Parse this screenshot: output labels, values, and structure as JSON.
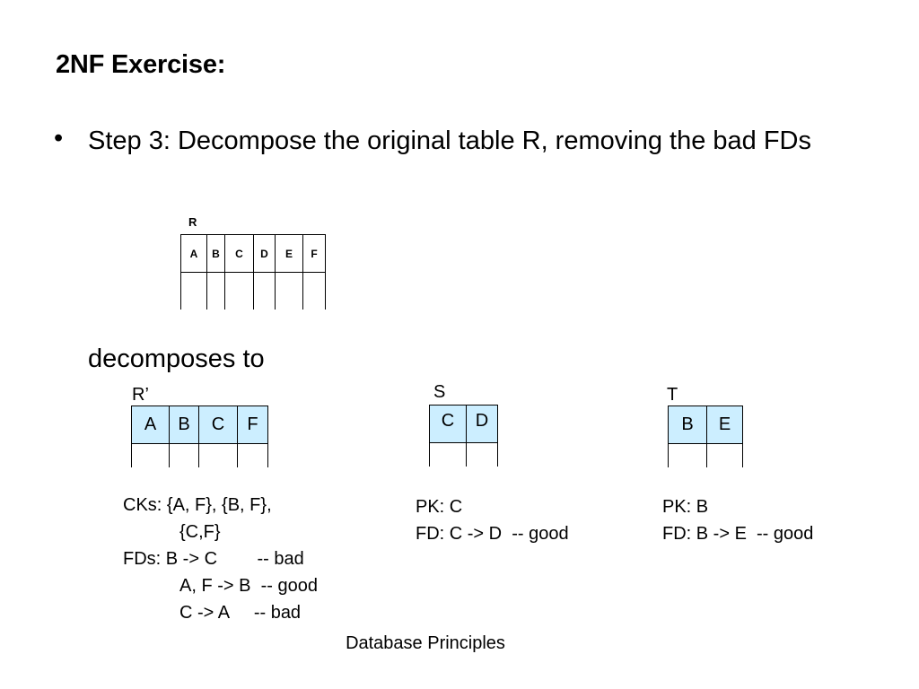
{
  "slide": {
    "title": "2NF Exercise:",
    "bullet_symbol": "•",
    "bullet_text": "Step 3: Decompose the original table R, removing the bad FDs",
    "decomposes_text": "decomposes to",
    "footer": "Database Principles"
  },
  "original_table": {
    "name": "R",
    "columns": [
      "A",
      "B",
      "C",
      "D",
      "E",
      "F"
    ]
  },
  "decomposed_tables": {
    "r_prime": {
      "name": "R’",
      "columns": [
        "A",
        "B",
        "C",
        "F"
      ],
      "notes": {
        "ck_line1": "CKs: {A, F}, {B, F},",
        "ck_line2": "{C,F}",
        "fd_line1": "FDs: B -> C        -- bad",
        "fd_line2": "A, F -> B  -- good",
        "fd_line3": "C -> A     -- bad"
      }
    },
    "s": {
      "name": "S",
      "columns": [
        "C",
        "D"
      ],
      "notes": {
        "pk": "PK: C",
        "fd": "FD: C -> D  -- good"
      }
    },
    "t": {
      "name": "T",
      "columns": [
        "B",
        "E"
      ],
      "notes": {
        "pk": "PK: B",
        "fd": "FD: B -> E  -- good"
      }
    }
  },
  "colors": {
    "header_fill": "#cceeff",
    "text": "#000000",
    "background": "#ffffff"
  }
}
